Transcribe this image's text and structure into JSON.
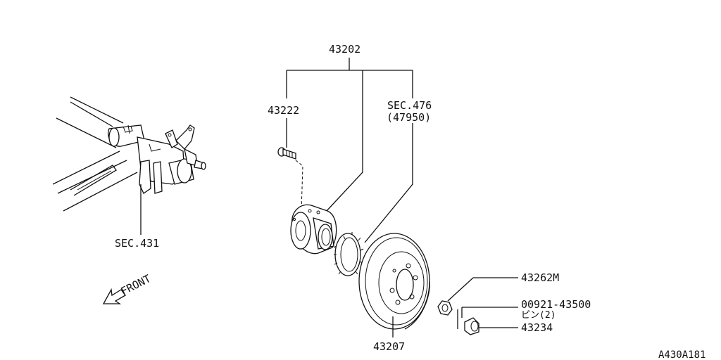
{
  "labels": {
    "hub_assembly": "43202",
    "hub_bolt": "43222",
    "sensor_ring_sec": "SEC.476",
    "sensor_ring_sub": "(47950)",
    "suspension_sec": "SEC.431",
    "front": "FRONT",
    "disc_rotor": "43207",
    "hub_nut": "43262M",
    "pin_part": "00921-43500",
    "pin_qty": "ピン(2)",
    "cap": "43234",
    "drawing_code": "A430A181"
  }
}
